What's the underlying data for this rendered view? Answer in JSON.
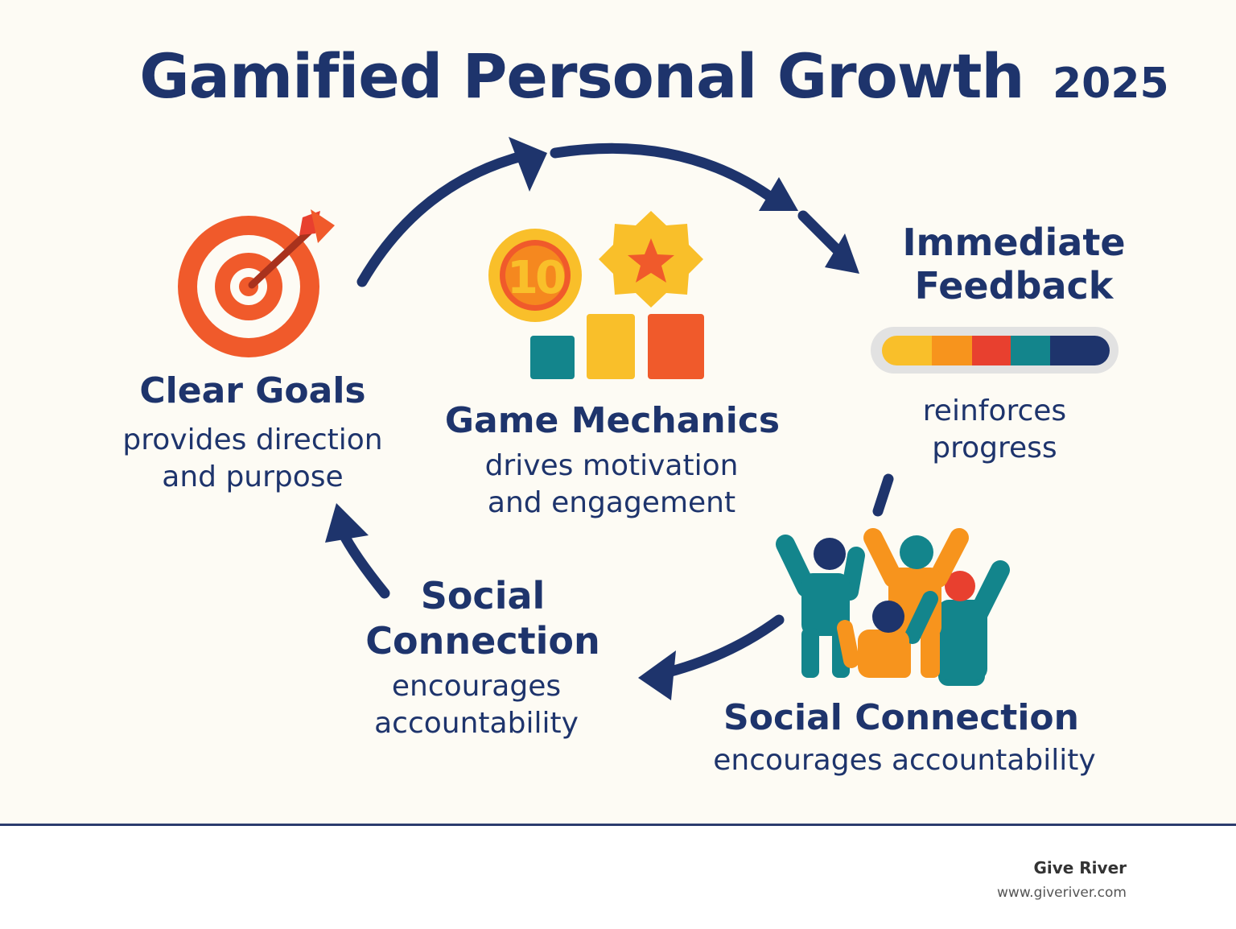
{
  "title": {
    "main": "Gamified Personal Growth",
    "year": "2025"
  },
  "nodes": {
    "clear_goals": {
      "heading": "Clear Goals",
      "desc_line1": "provides direction",
      "desc_line2": "and purpose"
    },
    "game_mechanics": {
      "heading": "Game Mechanics",
      "desc_line1": "drives motivation",
      "desc_line2": "and engagement",
      "coin_value": "10"
    },
    "immediate_feedback": {
      "heading_line1": "Immediate",
      "heading_line2": "Feedback",
      "desc_line1": "reinforces",
      "desc_line2": "progress"
    },
    "social_connection_left": {
      "heading_line1": "Social",
      "heading_line2": "Connection",
      "desc_line1": "encourages",
      "desc_line2": "accountability"
    },
    "social_connection_right": {
      "heading": "Social Connection",
      "desc": "encourages accountability"
    }
  },
  "footer": {
    "brand": "Give River",
    "url": "www.giveriver.com"
  },
  "colors": {
    "navy": "#1e346c",
    "orange_red": "#f05a2b",
    "yellow": "#f9bf2a",
    "orange": "#f7941d",
    "red": "#e8402f",
    "teal": "#13858c",
    "background": "#fdfbf4"
  },
  "icons": [
    "target-icon",
    "coin-icon",
    "star-badge-icon",
    "bar-blocks-icon",
    "progress-bar-icon",
    "people-group-icon",
    "giveriver-logo-icon"
  ]
}
